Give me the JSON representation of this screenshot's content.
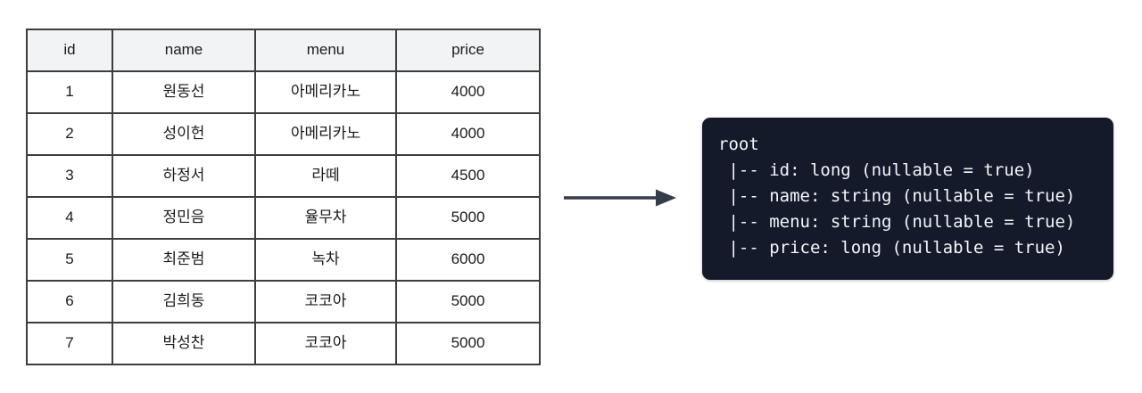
{
  "background_color": "#ffffff",
  "table": {
    "name": "order-table",
    "border_color": "#3d3d3d",
    "header_background": "#f1f3f5",
    "row_background": "#ffffff",
    "columns": [
      "id",
      "name",
      "menu",
      "price"
    ],
    "rows": [
      {
        "id": "1",
        "name": "원동선",
        "menu": "아메리카노",
        "price": "4000"
      },
      {
        "id": "2",
        "name": "성이헌",
        "menu": "아메리카노",
        "price": "4000"
      },
      {
        "id": "3",
        "name": "하정서",
        "menu": "라떼",
        "price": "4500"
      },
      {
        "id": "4",
        "name": "정민음",
        "menu": "율무차",
        "price": "5000"
      },
      {
        "id": "5",
        "name": "최준범",
        "menu": "녹차",
        "price": "6000"
      },
      {
        "id": "6",
        "name": "김희동",
        "menu": "코코아",
        "price": "5000"
      },
      {
        "id": "7",
        "name": "박성찬",
        "menu": "코코아",
        "price": "5000"
      }
    ]
  },
  "arrow": {
    "icon": "arrow-right-icon",
    "color": "#353c4a",
    "direction": "right"
  },
  "schema": {
    "background_color": "#151a2b",
    "text_color": "#f4f6fb",
    "lines": [
      "root",
      " |-- id: long (nullable = true)",
      " |-- name: string (nullable = true)",
      " |-- menu: string (nullable = true)",
      " |-- price: long (nullable = true)"
    ],
    "root_label": "root",
    "fields": [
      {
        "name": "id",
        "type": "long",
        "nullable": "true"
      },
      {
        "name": "name",
        "type": "string",
        "nullable": "true"
      },
      {
        "name": "menu",
        "type": "string",
        "nullable": "true"
      },
      {
        "name": "price",
        "type": "long",
        "nullable": "true"
      }
    ]
  }
}
